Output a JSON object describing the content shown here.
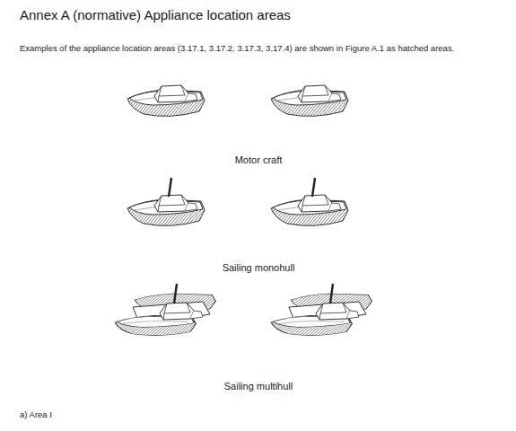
{
  "diagram": {
    "title": "Annex A (normative) Appliance location areas",
    "labels": [
      "Examples of the appliance location areas (3.17.1, 3.17.2, 3.17.3, 3.17.4) are shown in Figure A.1 as hatched areas.",
      "Motor craft",
      "Sailing monohull",
      "Sailing multihull",
      "a) Area I"
    ]
  }
}
